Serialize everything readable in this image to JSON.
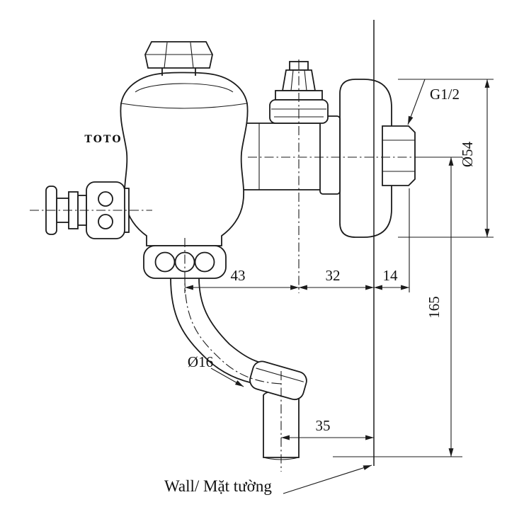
{
  "background_color": "#ffffff",
  "line_color": "#1b1b1b",
  "brand": {
    "logo_text": "TOTO"
  },
  "labels": {
    "thread_size": "G1/2",
    "flange_diameter": "Ø54",
    "spout_diameter": "Ø16",
    "wall_label": "Wall/ Mặt tường"
  },
  "dimensions_mm": {
    "body_to_valve_center": "43",
    "valve_center_to_wall": "32",
    "wall_to_hex_face": "14",
    "inlet_center_to_outlet_end": "165",
    "wall_to_outlet_center": "35"
  }
}
